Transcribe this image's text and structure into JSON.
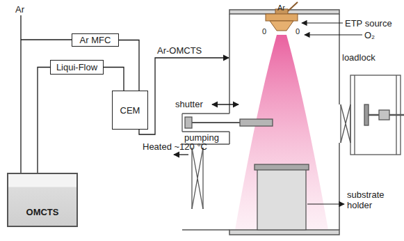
{
  "diagram": {
    "nodes": [
      {
        "text": [
          "Ar MFC"
        ]
      },
      {
        "text": [
          "Liqui-Flow"
        ]
      },
      {
        "text": [
          "CEM"
        ]
      },
      {
        "text": [
          "OMCTS"
        ]
      }
    ],
    "edges": [
      {
        "from": 3,
        "to": 1,
        "arrow": "none"
      },
      {
        "from": 1,
        "to": 2,
        "arrow": "none"
      },
      {
        "from": 0,
        "to": 2,
        "arrow": "none"
      }
    ],
    "labels": [
      "Ar",
      "Ar",
      "ETP source",
      "Ar-OMCTS",
      "0",
      "0",
      "O₂",
      "loadlock",
      "shutter",
      "pumping",
      "Heated ~120 °C",
      "substrate holder"
    ]
  }
}
